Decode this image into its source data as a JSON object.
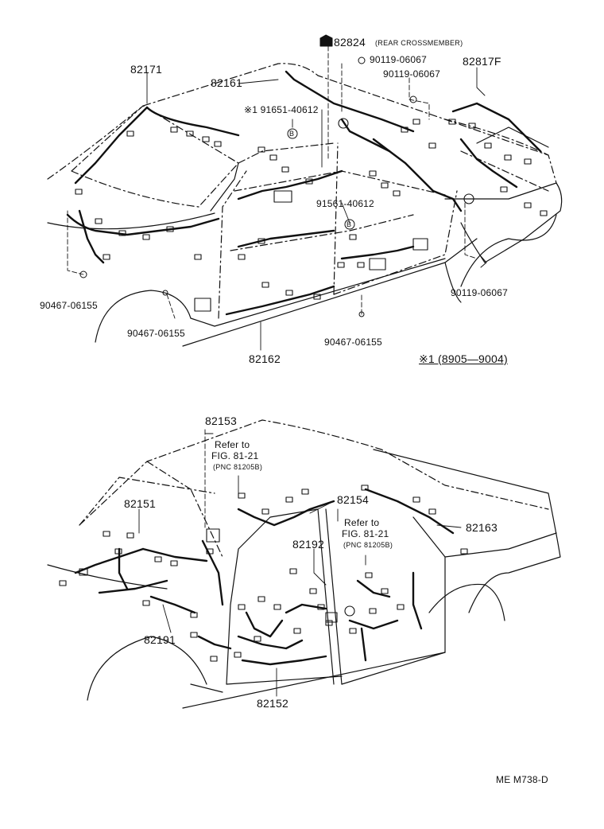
{
  "diagram": {
    "top": {
      "labels": {
        "p82824": "82824",
        "rear_crossmember": "(REAR CROSSMEMBER)",
        "p90119_a": "90119-06067",
        "p90119_b": "90119-06067",
        "p82817F": "82817F",
        "p82171": "82171",
        "p82161": "82161",
        "p91651": "※1 91651-40612",
        "p91561": "91561-40612",
        "p90467_a": "90467-06155",
        "p90467_b": "90467-06155",
        "p90467_c": "90467-06155",
        "p90119_c": "90119-06067",
        "p82162": "82162",
        "note": "※1 (8905—9004)",
        "marker_b": "B"
      }
    },
    "bottom": {
      "labels": {
        "p82153": "82153",
        "refer_to": "Refer to",
        "fig": "FIG. 81-21",
        "pnc": "(PNC 81205B)",
        "refer_to_2": "Refer to",
        "fig_2": "FIG. 81-21",
        "pnc_2": "(PNC 81205B)",
        "p82151": "82151",
        "p82154": "82154",
        "p82163": "82163",
        "p82192": "82192",
        "p82191": "82191",
        "p82152": "82152"
      }
    },
    "ref_code": "ME  M738-D"
  }
}
